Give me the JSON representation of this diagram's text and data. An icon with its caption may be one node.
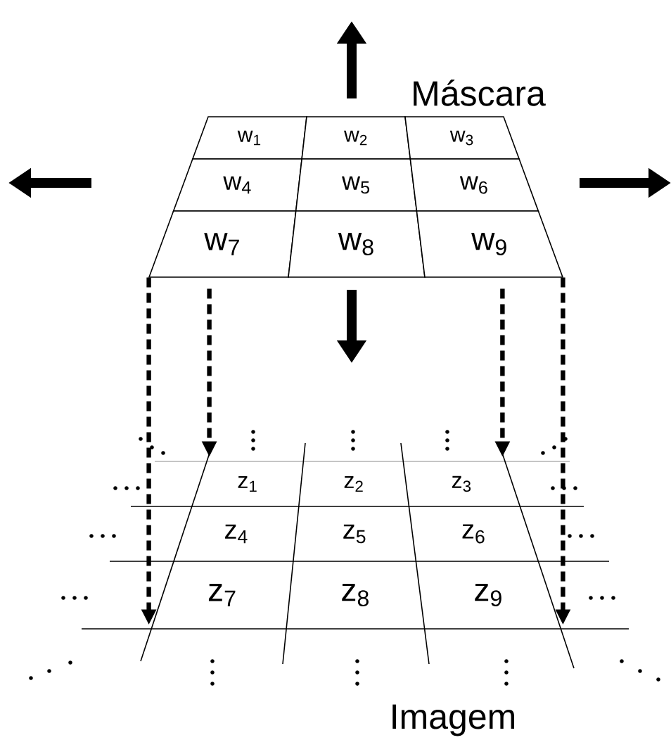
{
  "diagram": {
    "nodes": [
      {
        "text": [
          "w$_{1}$"
        ]
      },
      {
        "text": [
          "w$_{2}$"
        ]
      },
      {
        "text": [
          "w$_{3}$"
        ]
      },
      {
        "text": [
          "w$_{4}$"
        ]
      },
      {
        "text": [
          "w$_{5}$"
        ]
      },
      {
        "text": [
          "w$_{6}$"
        ]
      },
      {
        "text": [
          "w$_{7}$"
        ]
      },
      {
        "text": [
          "w$_{8}$"
        ]
      },
      {
        "text": [
          "w$_{9}$"
        ]
      },
      {
        "text": [
          "z$_{1}$"
        ]
      },
      {
        "text": [
          "z$_{2}$"
        ]
      },
      {
        "text": [
          "z$_{3}$"
        ]
      },
      {
        "text": [
          "z$_{4}$"
        ]
      },
      {
        "text": [
          "z$_{5}$"
        ]
      },
      {
        "text": [
          "z$_{6}$"
        ]
      },
      {
        "text": [
          "z$_{7}$"
        ]
      },
      {
        "text": [
          "z$_{8}$"
        ]
      },
      {
        "text": [
          "z$_{9}$"
        ]
      }
    ],
    "edges": [
      {
        "from": 6,
        "to": 15,
        "arrow": "to",
        "style": "dashed"
      },
      {
        "from": 6,
        "to": 9,
        "arrow": "to",
        "style": "dashed"
      },
      {
        "from": 8,
        "to": 11,
        "arrow": "to",
        "style": "dashed"
      },
      {
        "from": 8,
        "to": 17,
        "arrow": "to",
        "style": "dashed"
      }
    ],
    "labels": [
      "Máscara",
      "Imagem"
    ]
  }
}
